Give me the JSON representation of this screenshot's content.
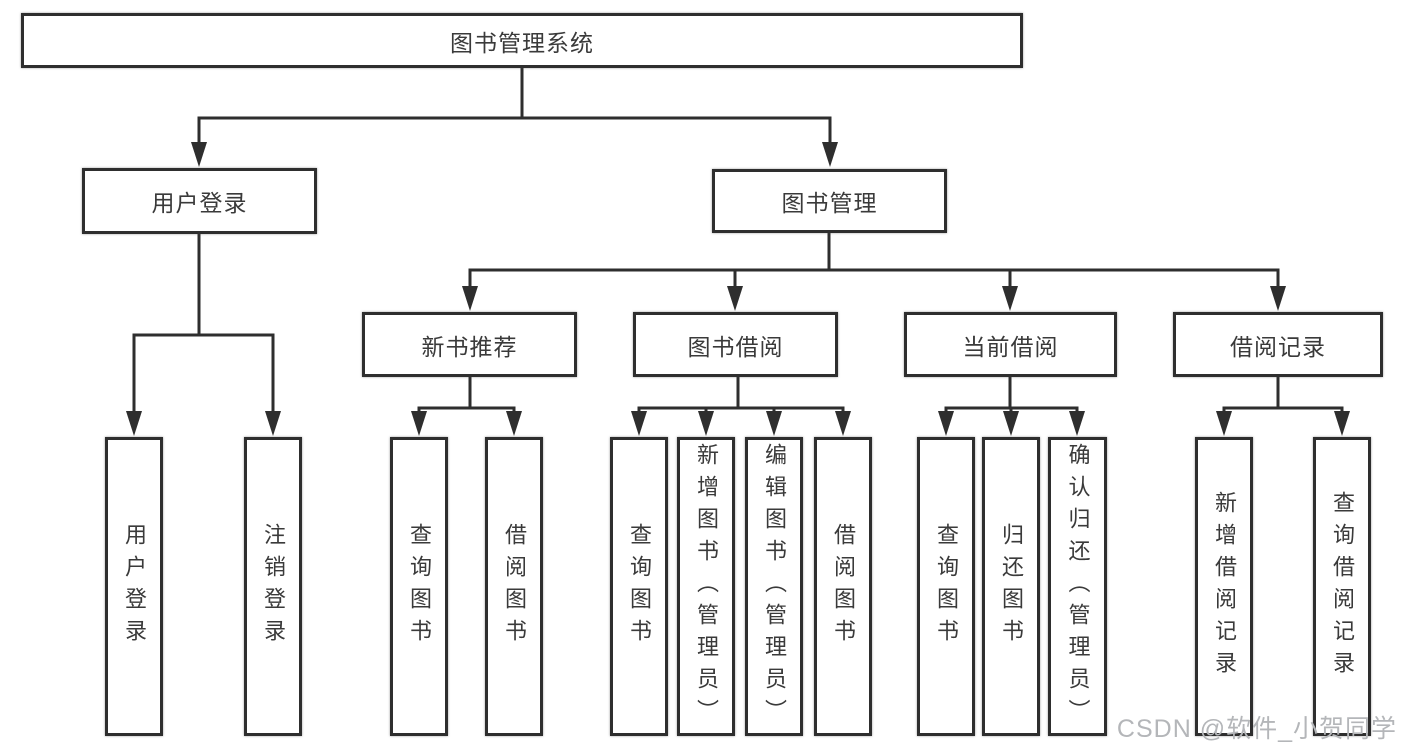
{
  "diagram": {
    "title": "图书管理系统",
    "branches": {
      "user_login": {
        "label": "用户登录",
        "children": [
          {
            "label": "用户登录"
          },
          {
            "label": "注销登录"
          }
        ]
      },
      "book_management": {
        "label": "图书管理",
        "groups": [
          {
            "label": "新书推荐",
            "children": [
              {
                "label": "查询图书"
              },
              {
                "label": "借阅图书"
              }
            ]
          },
          {
            "label": "图书借阅",
            "children": [
              {
                "label": "查询图书"
              },
              {
                "label": "新增图书（管理员）"
              },
              {
                "label": "编辑图书（管理员）"
              },
              {
                "label": "借阅图书"
              }
            ]
          },
          {
            "label": "当前借阅",
            "children": [
              {
                "label": "查询图书"
              },
              {
                "label": "归还图书"
              },
              {
                "label": "确认归还（管理员）"
              }
            ]
          },
          {
            "label": "借阅记录",
            "children": [
              {
                "label": "新增借阅记录"
              },
              {
                "label": "查询借阅记录"
              }
            ]
          }
        ]
      }
    },
    "watermark": "CSDN @软件_小贺同学",
    "colors": {
      "line": "#2e2e2e",
      "text": "#3a3a3a",
      "background": "#ffffff",
      "watermark": "#b4b6b9"
    }
  }
}
